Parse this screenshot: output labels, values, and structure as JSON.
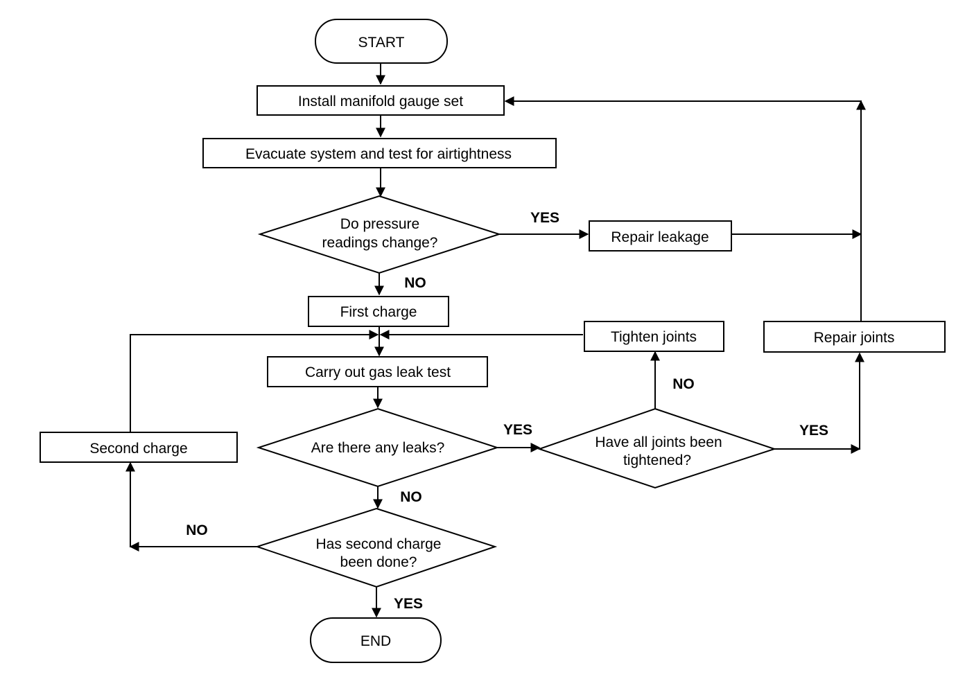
{
  "nodes": {
    "start": "START",
    "install": "Install manifold gauge set",
    "evacuate": "Evacuate system and test for airtightness",
    "pressure_q": [
      "Do pressure",
      "readings change?"
    ],
    "repair_leakage": "Repair leakage",
    "first_charge": "First charge",
    "tighten": "Tighten joints",
    "repair_joints": "Repair joints",
    "gas_leak": "Carry out gas leak test",
    "second_charge": "Second charge",
    "leaks_q": "Are there any leaks?",
    "joints_q": [
      "Have all joints been",
      "tightened?"
    ],
    "second_q": [
      "Has second charge",
      "been done?"
    ],
    "end": "END"
  },
  "edge_labels": {
    "pressure_yes": "YES",
    "pressure_no": "NO",
    "leaks_yes": "YES",
    "leaks_no": "NO",
    "joints_no": "NO",
    "joints_yes": "YES",
    "second_no": "NO",
    "second_yes": "YES"
  }
}
